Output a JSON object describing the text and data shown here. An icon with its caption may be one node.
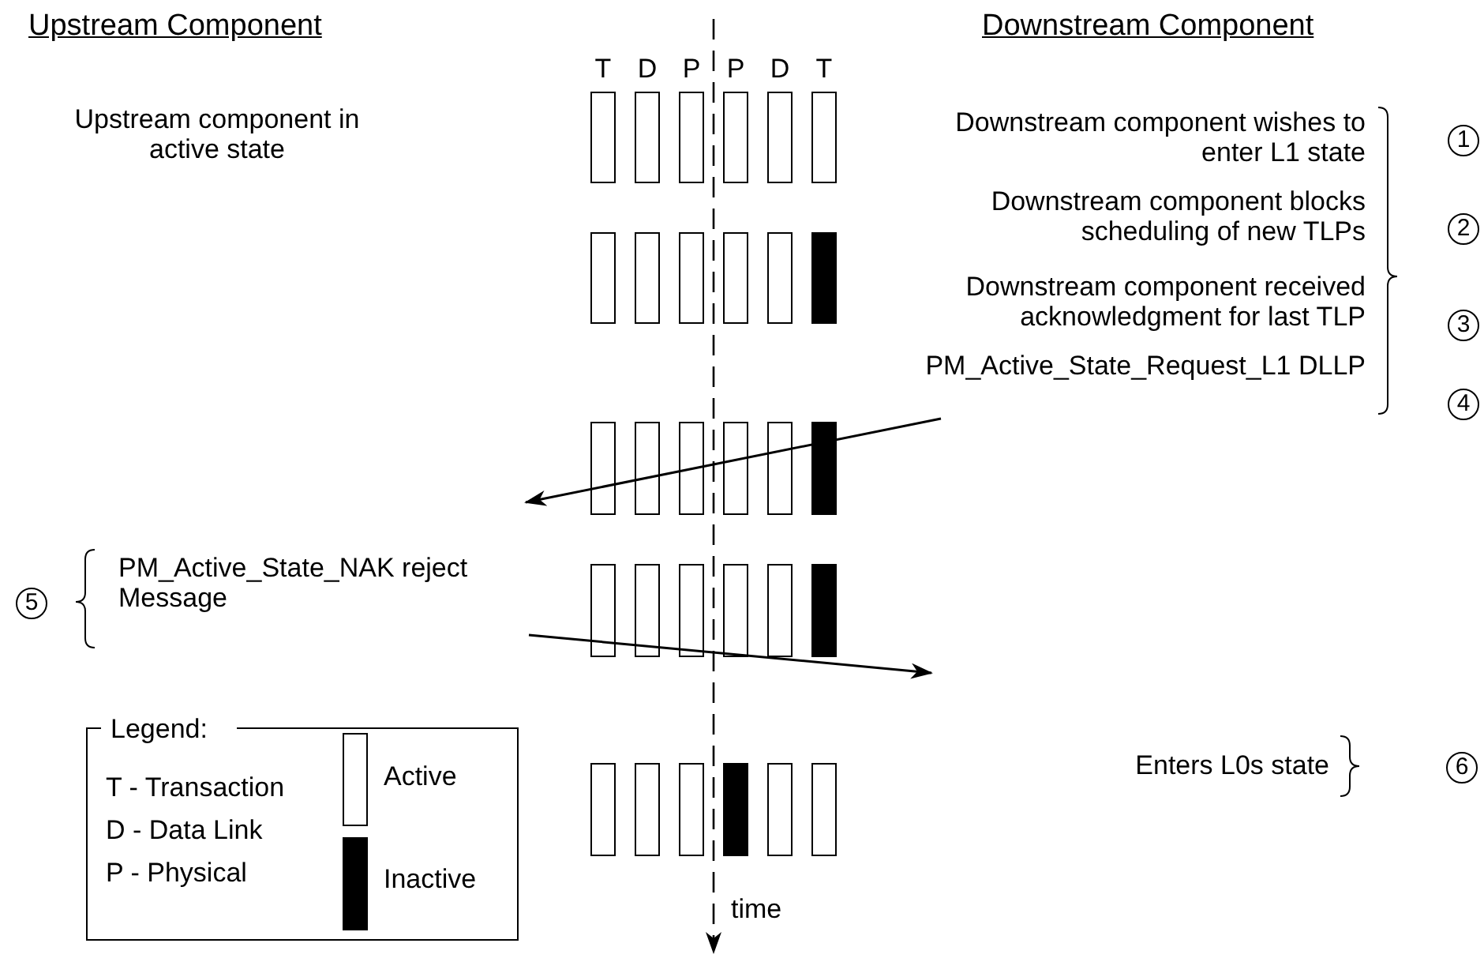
{
  "diagram": {
    "nodes": [
      {
        "text": [
          "PM_Active_State_Request_L1 DLLP"
        ]
      },
      {
        "text": [
          "PM_Active_State_NAK reject Message"
        ]
      }
    ],
    "edges": [
      {
        "from": 0,
        "to": null,
        "arrow": "to"
      },
      {
        "from": 1,
        "to": null,
        "arrow": "to"
      }
    ],
    "labels": [
      "Upstream Component",
      "Downstream Component",
      "T",
      "D",
      "P",
      "P",
      "D",
      "T",
      "Upstream component in active state",
      "Downstream component wishes to enter L1 state",
      "1",
      "Downstream component blocks scheduling of new TLPs",
      "2",
      "Downstream component received acknowledgment for last TLP",
      "3",
      "4",
      "5",
      "Legend:",
      "T - Transaction",
      "D - Data Link",
      "P - Physical",
      "Enters L0s state",
      "6",
      "time"
    ],
    "legend": [
      {
        "text": "Active",
        "color": "#ffffff"
      },
      {
        "text": "Inactive",
        "color": "#000000"
      }
    ]
  }
}
